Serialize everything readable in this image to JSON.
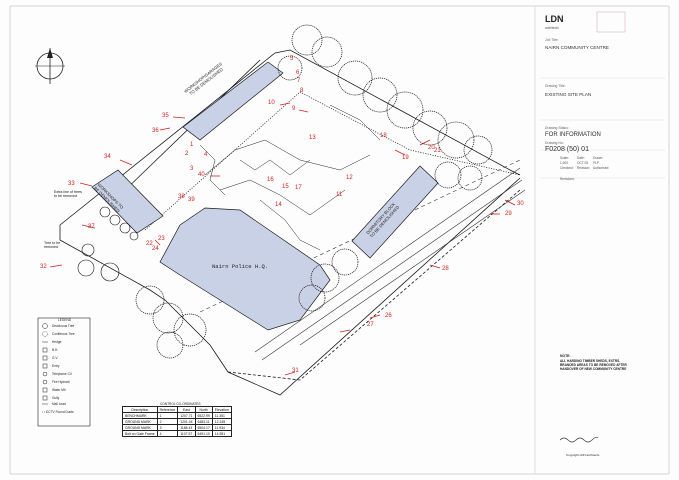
{
  "title_block": {
    "logo": "LDN",
    "logo_sub": "architects",
    "project_label": "Job Title:",
    "project": "NAIRN COMMUNITY CENTRE",
    "drawing_title_label": "Drawing Title:",
    "drawing_title": "EXISTING SITE PLAN",
    "status_label": "Drawing Status:",
    "status": "FOR INFORMATION",
    "drawing_no_label": "Drawing No:",
    "drawing_no": "F0208 (50) 01",
    "meta_labels": [
      "Scale:",
      "Date:",
      "Drawn:",
      "Checked:",
      "Revision:",
      "Authorised:"
    ],
    "meta_values": [
      "1:200",
      "OCT 05",
      "PLP"
    ],
    "revisions_label": "Revisions:"
  },
  "note": {
    "heading": "NOTE:",
    "lines": [
      "ALL HARDING TIMBER SHEDS, EXTRS.",
      "BRANDED AREAS TO BE REMOVED AFTER",
      "HANDOVER OF NEW COMMUNITY CENTRE"
    ]
  },
  "buildings": {
    "police": "Nairn Police H.Q.",
    "workshop_top": [
      "WORKSHOP/GARAGES",
      "TO BE DEMOLISHED"
    ],
    "workshop_left": [
      "WORKSHOPS TO",
      "BE DEMOLISHED"
    ],
    "dormitory": [
      "DORMITORY BLOCK",
      "TO BE DEMOLISHED"
    ]
  },
  "annotations": {
    "trees_remove": [
      "Extra line of trees",
      "to be removed"
    ],
    "tree_remove": [
      "Tree to be",
      "removed"
    ]
  },
  "markers": [
    "1",
    "2",
    "3",
    "4",
    "5",
    "6",
    "7",
    "8",
    "9",
    "10",
    "11",
    "12",
    "13",
    "14",
    "15",
    "16",
    "17",
    "18",
    "19",
    "20",
    "21",
    "22",
    "23",
    "24",
    "25",
    "26",
    "27",
    "28",
    "29",
    "30",
    "31",
    "32",
    "33",
    "34",
    "35",
    "36",
    "37",
    "38",
    "39",
    "40"
  ],
  "legend": {
    "title": "LEGEND",
    "items": [
      "Deciduous Tree",
      "Coniferous Tree",
      "Hedge",
      "B.H.",
      "G.V.",
      "Entry",
      "Telephone CX",
      "Fire Hydrant",
      "Water Mh",
      "Gully",
      "Mail Lead",
      "CCTV Found Ducts"
    ]
  },
  "control_table": {
    "title": "CONTROL CO-ORDINATES",
    "headers": [
      "Description",
      "Reference",
      "East",
      "North",
      "Elevation"
    ],
    "rows": [
      [
        "BENCHMARK",
        "1",
        "1207.71",
        "6522.99",
        "11.351"
      ],
      [
        "GROUND MARK",
        "2",
        "1201.04",
        "6483.11",
        "12.245"
      ],
      [
        "GROUND MARK",
        "3",
        "1188.43",
        "6504.17",
        "11.934"
      ],
      [
        "Bolt on Gate Frame",
        "4",
        "1107.57",
        "6491.10",
        "14.551"
      ]
    ]
  },
  "signature_note": "Copyright LDN architects",
  "colors": {
    "marker": "#d42020",
    "building_fill": "#c9d1e6",
    "line": "#1a1a1a"
  }
}
